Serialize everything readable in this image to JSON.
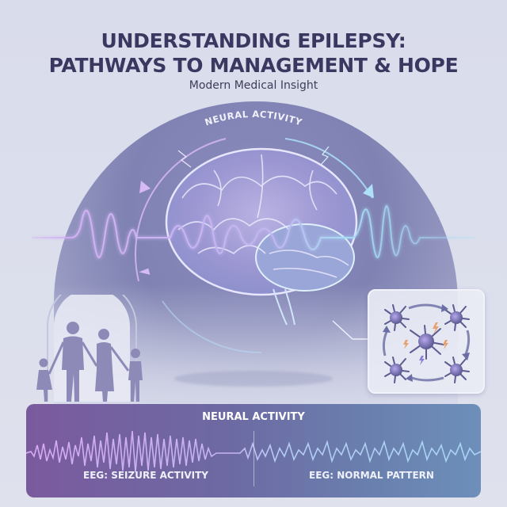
{
  "header": {
    "title_line1": "UNDERSTANDING EPILEPSY:",
    "title_line2": "PATHWAYS TO MANAGEMENT & HOPE",
    "subtitle": "Modern Medical Insight"
  },
  "hero": {
    "arc_label": "NEURAL ACTIVITY",
    "center_image": "brain-illustration",
    "wave_colors": {
      "left": "#c9a8f0",
      "right": "#a8dcf5"
    },
    "family_icon": "family-silhouette",
    "inset_icon": "neuron-network"
  },
  "eeg_panel": {
    "title": "NEURAL ACTIVITY",
    "left_label": "EEG: SEIZURE ACTIVITY",
    "right_label": "EEG: NORMAL PATTERN",
    "colors": {
      "seizure": "#d3a8f2",
      "normal": "#a6d4f2"
    }
  },
  "colors": {
    "background": "#d9dceb",
    "title": "#3a3860",
    "dome": "#8083b3"
  }
}
